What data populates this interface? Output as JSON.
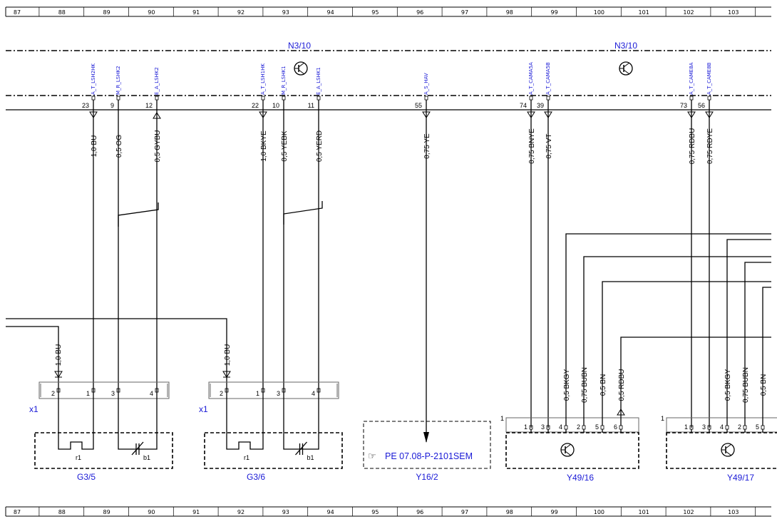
{
  "grid_columns": [
    "87",
    "88",
    "89",
    "90",
    "91",
    "92",
    "93",
    "94",
    "95",
    "96",
    "97",
    "98",
    "99",
    "100",
    "101",
    "102",
    "103"
  ],
  "module_labels": [
    "N3/10",
    "N3/10"
  ],
  "signals": [
    "A_T_LSH2HK",
    "M_R_LSHK2",
    "E_A_LSHK2",
    "A_T_LSH1HK",
    "M_R_LSHK1",
    "E_A_LSHK1",
    "A_S_HAV",
    "A_T_CAMA5A",
    "A_T_CAMA5B",
    "A_T_CAME8A",
    "A_T_CAME8B"
  ],
  "module_pins": [
    "23",
    "9",
    "12",
    "22",
    "10",
    "11",
    "55",
    "74",
    "39",
    "73",
    "56"
  ],
  "wire_labels": [
    "1,0 BU",
    "0,5 OG",
    "0,5 GYBU",
    "1,0 BKYE",
    "0,5 YEBK",
    "0,5 YERD",
    "0,75 YE",
    "0,75 BNYE",
    "0,75 VT",
    "0,75 RDBU",
    "0,75 RDYE"
  ],
  "left_wire_labels": [
    "1,0 BU",
    "1,0 BU"
  ],
  "connector_label": "x1",
  "connector_pins": [
    "2",
    "1",
    "3",
    "4"
  ],
  "component_parts": [
    "r1",
    "b1"
  ],
  "components": [
    "G3/5",
    "G3/6",
    "Y16/2",
    "Y49/16",
    "Y49/17"
  ],
  "valve_wire_labels_a": [
    "0,5 BKGY",
    "0,75 BUBN",
    "0,5 BN",
    "0,5 RDBU"
  ],
  "valve_wire_labels_b": [
    "0,5 BKGY",
    "0,75 BUBN",
    "0,5 BN"
  ],
  "valve_pins_a": [
    "1",
    "3",
    "4",
    "2",
    "5",
    "6"
  ],
  "valve_pins_b": [
    "1",
    "3",
    "4",
    "2",
    "5"
  ],
  "valve_number": "1",
  "reference_text": "PE 07.08-P-2101SEM"
}
